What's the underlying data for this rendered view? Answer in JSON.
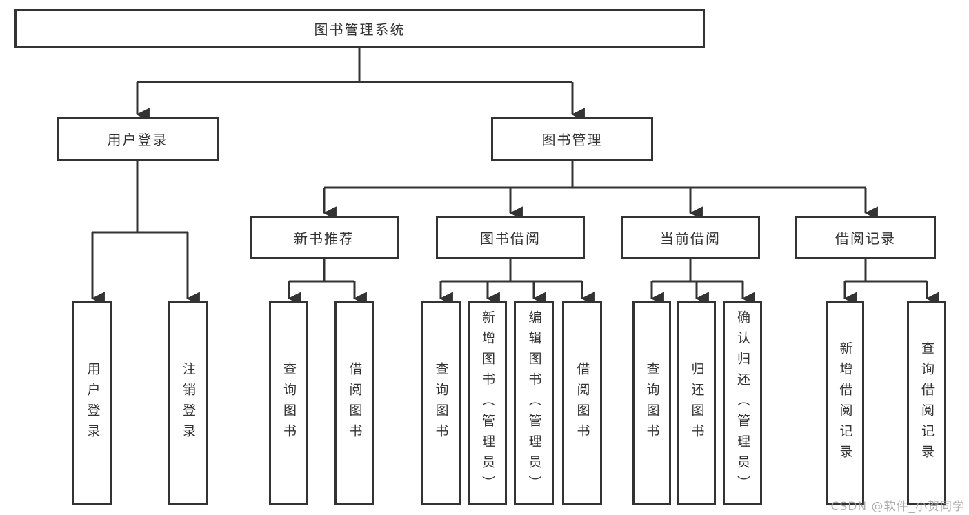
{
  "diagram": {
    "root": {
      "label": "图书管理系统"
    },
    "level2": [
      {
        "label": "用户登录"
      },
      {
        "label": "图书管理"
      }
    ],
    "level3": [
      {
        "label": "新书推荐",
        "parent": "图书管理"
      },
      {
        "label": "图书借阅",
        "parent": "图书管理"
      },
      {
        "label": "当前借阅",
        "parent": "图书管理"
      },
      {
        "label": "借阅记录",
        "parent": "图书管理"
      }
    ],
    "leaves": [
      {
        "label": "用户登录",
        "parent": "用户登录"
      },
      {
        "label": "注销登录",
        "parent": "用户登录"
      },
      {
        "label": "查询图书",
        "parent": "新书推荐"
      },
      {
        "label": "借阅图书",
        "parent": "新书推荐"
      },
      {
        "label": "查询图书",
        "parent": "图书借阅"
      },
      {
        "label": "新增图书（管理员）",
        "parent": "图书借阅"
      },
      {
        "label": "编辑图书（管理员）",
        "parent": "图书借阅"
      },
      {
        "label": "借阅图书",
        "parent": "图书借阅"
      },
      {
        "label": "查询图书",
        "parent": "当前借阅"
      },
      {
        "label": "归还图书",
        "parent": "当前借阅"
      },
      {
        "label": "确认归还（管理员）",
        "parent": "当前借阅"
      },
      {
        "label": "新增借阅记录",
        "parent": "借阅记录"
      },
      {
        "label": "查询借阅记录",
        "parent": "借阅记录"
      }
    ]
  },
  "watermark": "CSDN @软件_小贺同学",
  "colors": {
    "line": "#333333",
    "text": "#333333",
    "box_background": "#ffffff",
    "watermark": "#a8a8a8",
    "background": "#ffffff"
  }
}
